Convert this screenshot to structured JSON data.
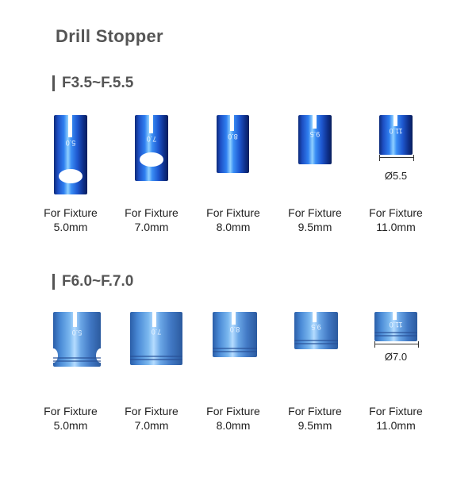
{
  "title": "Drill Stopper",
  "groups": [
    {
      "heading": "F3.5~F.5.5",
      "diameter": "Ø5.5",
      "items": [
        {
          "engraving": "5.0",
          "label": "For Fixture",
          "size": "5.0mm"
        },
        {
          "engraving": "7.0",
          "label": "For Fixture",
          "size": "7.0mm"
        },
        {
          "engraving": "8.0",
          "label": "For Fixture",
          "size": "8.0mm"
        },
        {
          "engraving": "9.5",
          "label": "For Fixture",
          "size": "9.5mm"
        },
        {
          "engraving": "11.0",
          "label": "For Fixture",
          "size": "11.0mm"
        }
      ]
    },
    {
      "heading": "F6.0~F.7.0",
      "diameter": "Ø7.0",
      "items": [
        {
          "engraving": "5.0",
          "label": "For Fixture",
          "size": "5.0mm"
        },
        {
          "engraving": "7.0",
          "label": "For Fixture",
          "size": "7.0mm"
        },
        {
          "engraving": "8.0",
          "label": "For Fixture",
          "size": "8.0mm"
        },
        {
          "engraving": "9.5",
          "label": "For Fixture",
          "size": "9.5mm"
        },
        {
          "engraving": "11.0",
          "label": "For Fixture",
          "size": "11.0mm"
        }
      ]
    }
  ]
}
